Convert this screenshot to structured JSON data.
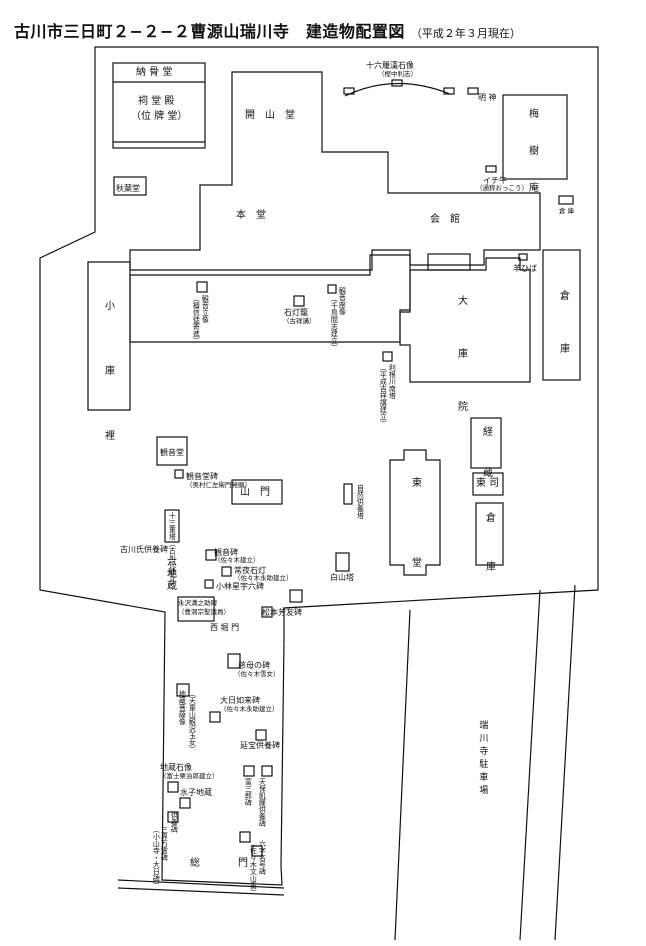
{
  "title": {
    "main": "古川市三日町２−２−２曹源山瑞川寺　建造物配置図",
    "sub": "（平成２年３月現在）"
  },
  "labels": {
    "noukotsudou": "納 骨 堂",
    "ireido": "祠 堂 殿",
    "ihaido": "（位 牌 堂）",
    "kaisando": "開　山　堂",
    "hondo": "本　堂",
    "kaikan": "会　館",
    "juroku": "十六羅漢石像",
    "juroku_sub": "（樫中利志）",
    "myojin": "明 神",
    "baijuan": "梅 樹 庵",
    "ichigyu": "イチ牛",
    "ichigyu_sub": "（通称おっこう）",
    "akiba": "秋葉堂",
    "kura_small": "倉 庫",
    "hitsuji": "羊ひば",
    "kuri": "小 庫 裡",
    "daikuin": "大 庫 院",
    "soko": "倉 庫",
    "kannon_stone": "観音立像",
    "kannon_stone_sub": "（檀信徒寄進）",
    "ishidoro": "石灯籠",
    "ishidoro_sub": "（古祥講）",
    "kannon_stone2": "観音座像",
    "kannon_stone2_sub": "（千鳥間志建立）",
    "noumura": "利根川南塔",
    "noumura_sub": "（平成吉祥講建立）",
    "kyozo": "経 蔵",
    "higashi_gate": "東 司",
    "kura2": "倉 庫",
    "tou_do": "東　堂",
    "kannondo": "観音堂",
    "kannondo_hi": "観音堂碑",
    "kannondo_hi_sub": "（奥村仁左衛門発願）",
    "sanmon": "山　門",
    "tsuchi": "十三重塔（古川氏建立）",
    "jizo_tou": "自然供養塔",
    "furukawa": "古川氏供養碑",
    "rokujizo": "六地蔵",
    "hakusan": "白山塔",
    "seishi": "観音碑",
    "seishi_sub": "（佐々木建立）",
    "jouya": "常夜石灯",
    "jouya_sub": "（佐々木永助建立）",
    "kobayashi": "小林星宇六碑",
    "eimei": "永沢溝之助碑",
    "eimei_sub": "（曹洞宗聖議員）",
    "matsumoto": "松本芳友碑",
    "chumon": "西 堀 門",
    "jibo": "慈母の碑",
    "jibo_sub": "（佐々木雪女）",
    "sandai_v": "地蔵菩薩像",
    "sandai_v_sub": "（天童山観沢玉女）",
    "dainichi": "大日如来碑",
    "dainichi_sub": "（佐々木永助建立）",
    "enmei": "延宝供養碑",
    "jizo_sekizo": "地蔵石像",
    "jizo_sekizo_sub": "（富士栗治郎建立）",
    "uji_gami": "富三郎碑",
    "tenpo": "天保飢饉供養碑",
    "mizuko": "水子地蔵",
    "gohai": "供養碑",
    "sankai": "三界万霊碑",
    "sankai_sub": "（小山寺・大日碑）",
    "roku_hi": "六字名号碑",
    "roku_hi_sub": "（佐々木文山書）",
    "soumon": "総　門",
    "parking": "瑞川寺駐車場"
  }
}
